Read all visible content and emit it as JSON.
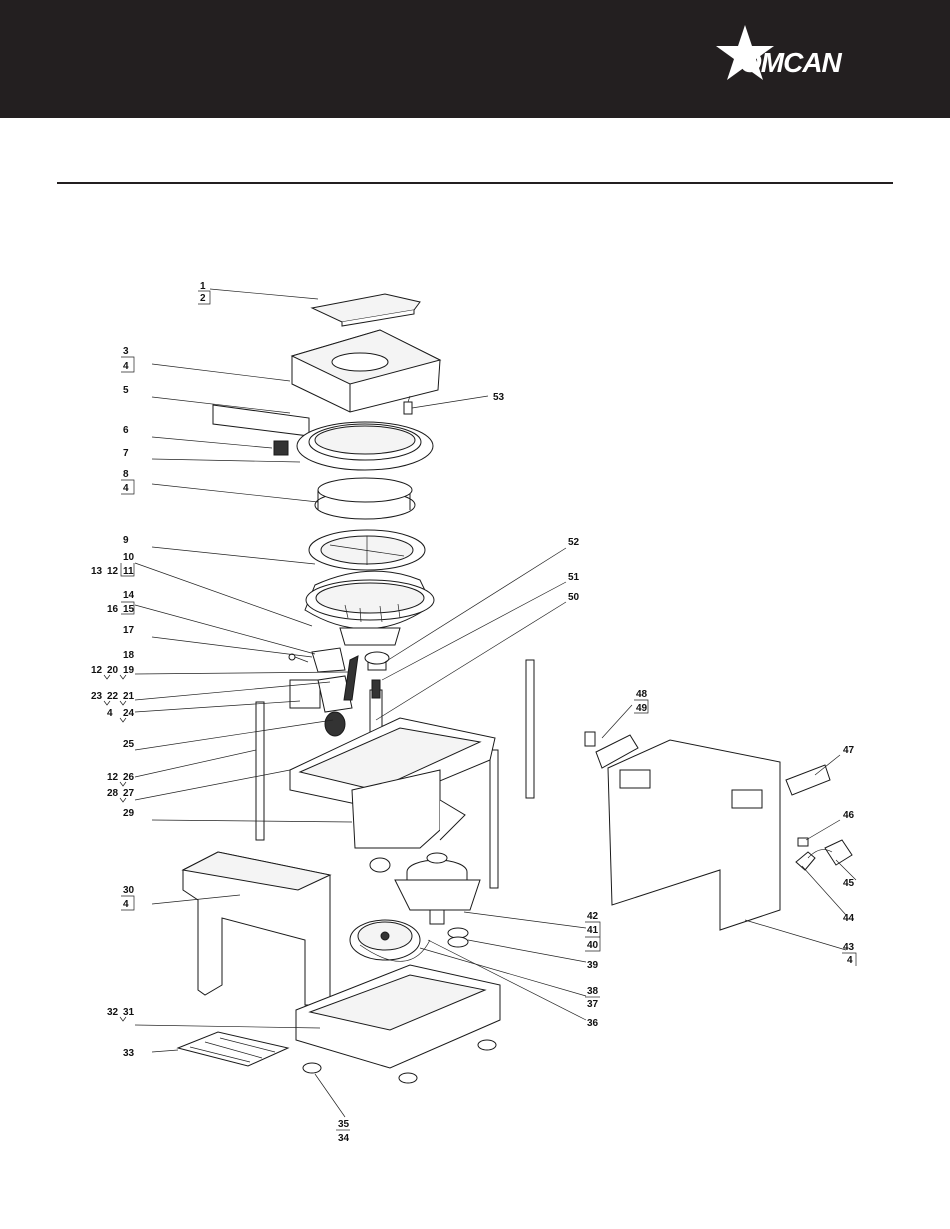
{
  "header": {
    "brand": "OMCAN",
    "brand_color": "#231f20",
    "logo_icon": "star-icon"
  },
  "labels": [
    [
      "1",
      "2"
    ],
    [
      "3",
      "4"
    ],
    [
      "5"
    ],
    [
      "6"
    ],
    [
      "7"
    ],
    [
      "8",
      "4"
    ],
    [
      "9"
    ],
    [
      "10"
    ],
    [
      "13",
      "12",
      "11"
    ],
    [
      "14"
    ],
    [
      "16",
      "15"
    ],
    [
      "17"
    ],
    [
      "18"
    ],
    [
      "12",
      "20",
      "19"
    ],
    [
      "23",
      "22",
      "21"
    ],
    [
      "4",
      "24"
    ],
    [
      "25"
    ],
    [
      "12",
      "26"
    ],
    [
      "28",
      "27"
    ],
    [
      "29"
    ],
    [
      "30",
      "4"
    ],
    [
      "32",
      "31"
    ],
    [
      "33"
    ],
    [
      "35",
      "34"
    ],
    [
      "53"
    ],
    [
      "52"
    ],
    [
      "51"
    ],
    [
      "50"
    ],
    [
      "48",
      "49"
    ],
    [
      "47"
    ],
    [
      "46"
    ],
    [
      "45"
    ],
    [
      "44"
    ],
    [
      "43",
      "4"
    ],
    [
      "42",
      "41",
      "40"
    ],
    [
      "39"
    ],
    [
      "38",
      "37"
    ],
    [
      "36"
    ]
  ]
}
